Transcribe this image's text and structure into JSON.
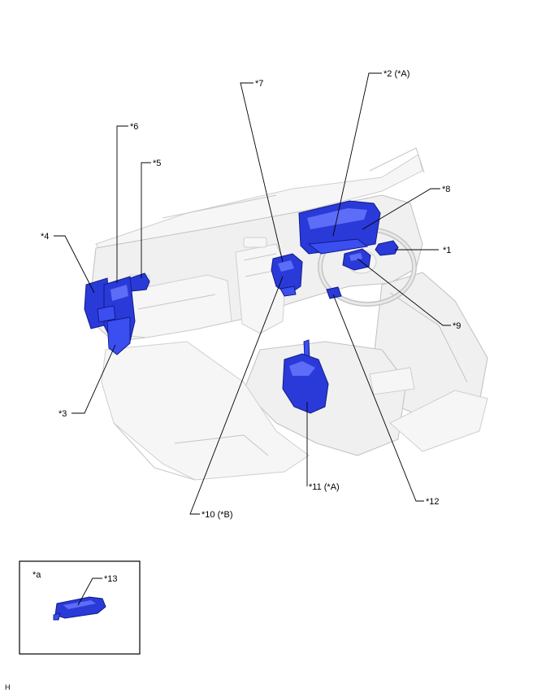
{
  "labels": {
    "l1": "*1",
    "l2": "*2 (*A)",
    "l3": "*3",
    "l4": "*4",
    "l5": "*5",
    "l6": "*6",
    "l7": "*7",
    "l8": "*8",
    "l9": "*9",
    "l10": "*10 (*B)",
    "l11": "*11 (*A)",
    "l12": "*12",
    "l13": "*13"
  },
  "inset": {
    "title": "*a"
  },
  "footer": {
    "code": "H"
  },
  "colors": {
    "part_blue": "#2a3ad8",
    "outline_gray": "#c4c4c4"
  }
}
